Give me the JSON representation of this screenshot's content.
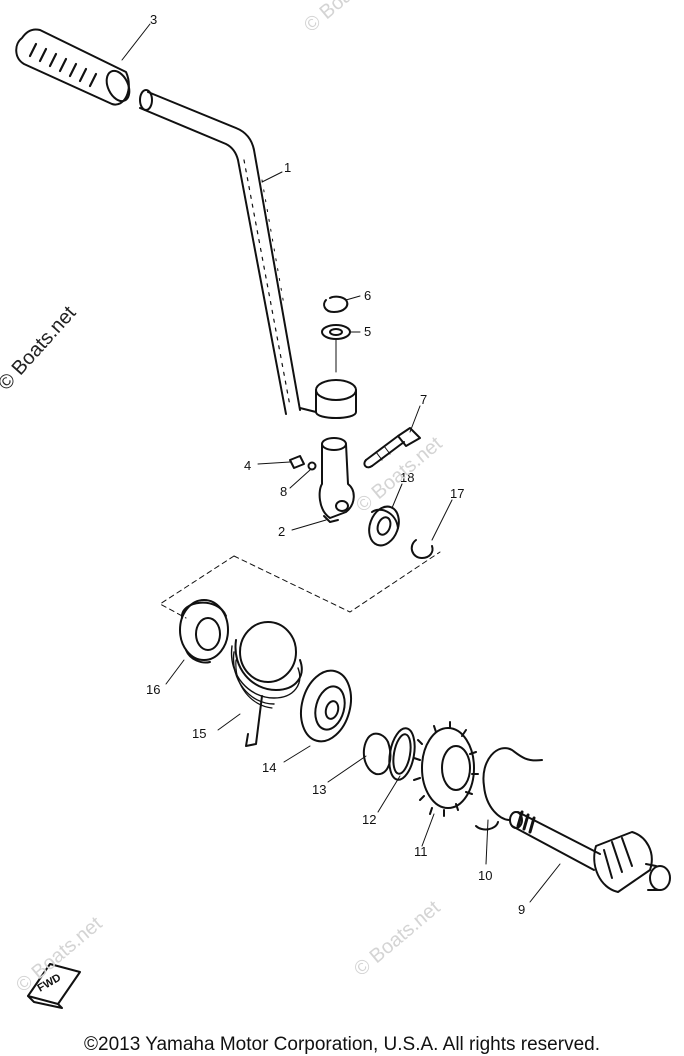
{
  "watermark": {
    "main": "© Boats.net",
    "faint_1": "© Boats.net",
    "faint_2": "© Boats.net",
    "faint_3": "© Boats.net",
    "faint_4": "© Boats.net"
  },
  "direction_marker": {
    "label": "FWD"
  },
  "callouts": [
    "1",
    "2",
    "3",
    "4",
    "5",
    "6",
    "7",
    "8",
    "9",
    "10",
    "11",
    "12",
    "13",
    "14",
    "15",
    "16",
    "17",
    "18"
  ],
  "footer": {
    "copyright": "©2013 Yamaha Motor Corporation, U.S.A. All rights reserved."
  }
}
